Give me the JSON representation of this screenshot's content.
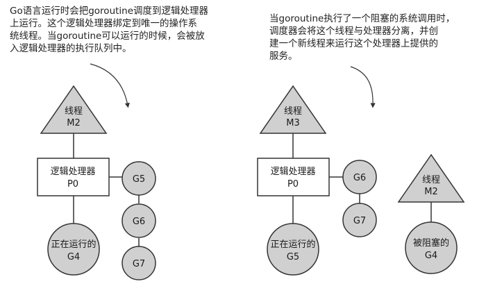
{
  "left_panel": {
    "caption_lines": [
      "Go语言运行时会把goroutine调度到逻辑处理器",
      "上运行。这个逻辑处理器绑定到唯一的操作系",
      "统线程。当goroutine可以运行的时候，会被放",
      "入逻辑处理器的执行队列中。"
    ],
    "thread": {
      "line1": "线程",
      "line2": "M2"
    },
    "processor": {
      "line1": "逻辑处理器",
      "line2": "P0"
    },
    "running": {
      "line1": "正在运行的",
      "line2": "G4"
    },
    "queue": [
      "G5",
      "G6",
      "G7"
    ]
  },
  "right_panel": {
    "caption_lines": [
      "当goroutine执行了一个阻塞的系统调用时，",
      "调度器会将这个线程与处理器分离，并创",
      "建一个新线程来运行这个处理器上提供的",
      "服务。"
    ],
    "thread": {
      "line1": "线程",
      "line2": "M3"
    },
    "processor": {
      "line1": "逻辑处理器",
      "line2": "P0"
    },
    "running": {
      "line1": "正在运行的",
      "line2": "G5"
    },
    "queue": [
      "G6",
      "G7"
    ],
    "detached_thread": {
      "line1": "线程",
      "line2": "M2"
    },
    "blocked": {
      "line1": "被阻塞的",
      "line2": "G4"
    }
  },
  "colors": {
    "shape_fill": "#d0d0d0",
    "stroke": "#333333",
    "box_fill": "#ffffff"
  }
}
